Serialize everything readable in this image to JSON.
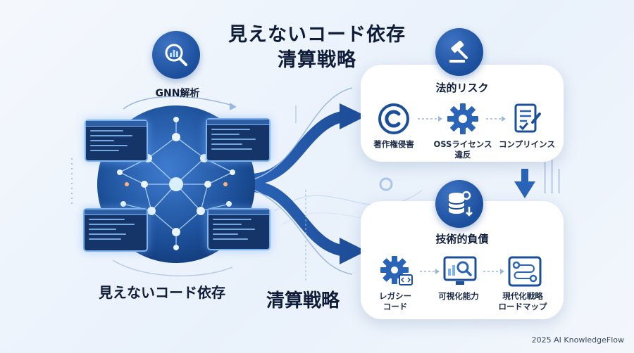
{
  "title": {
    "line1": "見えないコード依存",
    "line2": "清算戦略"
  },
  "gnn": {
    "label": "GNN解析",
    "icon": "magnifier-chart-icon"
  },
  "bottom_left_label": "見えないコード依存",
  "bottom_center_label": "清算戦略",
  "legal_panel": {
    "title": "法的リスク",
    "icon": "gavel-icon",
    "items": [
      {
        "label": "著作権侵害",
        "icon": "copyright-icon"
      },
      {
        "label": "OSSライセンス\n違反",
        "icon": "gear-icon"
      },
      {
        "label": "コンプリインス",
        "icon": "document-check-icon"
      }
    ]
  },
  "tech_panel": {
    "title": "技術的負債",
    "icon": "database-gear-icon",
    "items": [
      {
        "label": "レガシー\nコード",
        "icon": "gear-code-icon"
      },
      {
        "label": "可視化能力",
        "icon": "monitor-search-icon"
      },
      {
        "label": "現代化戦略\nロードマップ",
        "icon": "roadmap-icon"
      }
    ]
  },
  "footer": "2025 AI KnowledgeFlow",
  "colors": {
    "primary": "#1b4f9c",
    "accent": "#2e68c2",
    "dark_text": "#0f1d3a"
  }
}
